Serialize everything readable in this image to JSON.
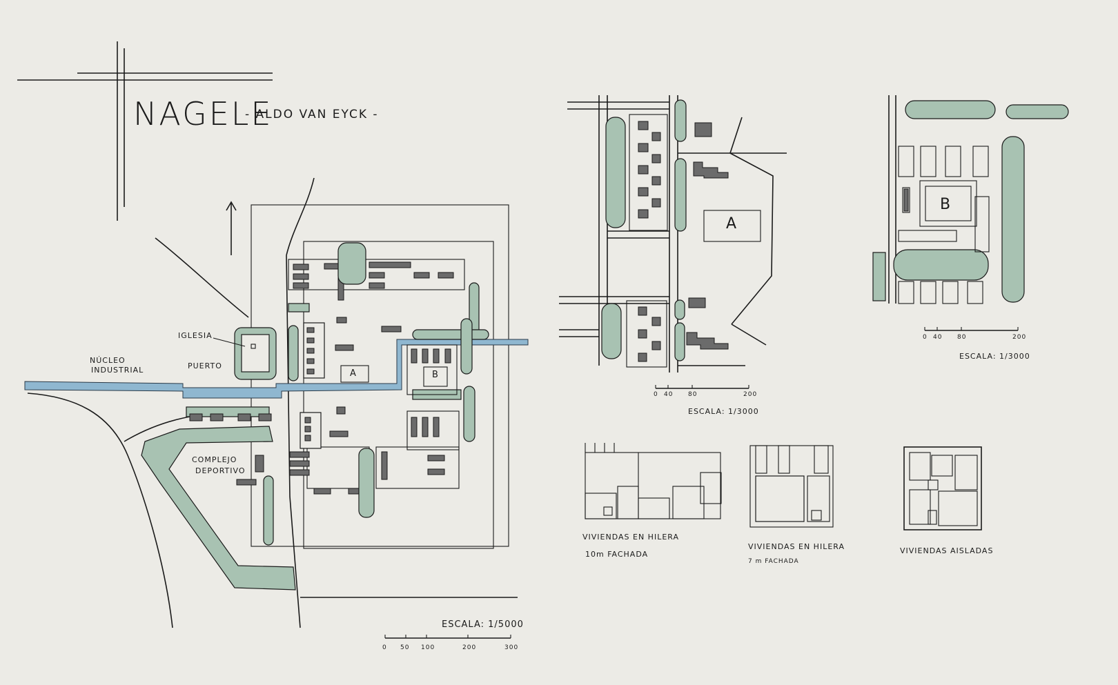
{
  "title": "NAGELE",
  "subtitle": "- ALDO VAN EYCK -",
  "colors": {
    "paper": "#ecebe6",
    "ink": "#1a1a1a",
    "greenery": "#a8c2b2",
    "buildings": "#6b6b6b",
    "canal": "#8fb7d0"
  },
  "site_plan": {
    "labels": {
      "iglesia": "IGLESIA",
      "nucleo_industrial_1": "NÚCLEO",
      "nucleo_industrial_2": "INDUSTRIAL",
      "puerto": "PUERTO",
      "complejo_1": "COMPLEJO",
      "complejo_2": "DEPORTIVO",
      "zone_a": "A",
      "zone_b": "B"
    },
    "scale_label": "ESCALA: 1/5000",
    "scale_ticks": [
      "0",
      "50",
      "100",
      "200",
      "300"
    ]
  },
  "detail_a": {
    "zone": "A",
    "scale_label": "ESCALA: 1/3000",
    "scale_ticks": [
      "0",
      "40",
      "80",
      "200"
    ]
  },
  "detail_b": {
    "zone": "B",
    "scale_label": "ESCALA: 1/3000",
    "scale_ticks": [
      "0",
      "40",
      "80",
      "200"
    ]
  },
  "housing": {
    "type1_label": "VIVIENDAS EN HILERA",
    "type1_sub": "10m FACHADA",
    "type2_label": "VIVIENDAS EN HILERA",
    "type2_sub": "7 m FACHADA",
    "type3_label": "VIVIENDAS AISLADAS"
  }
}
